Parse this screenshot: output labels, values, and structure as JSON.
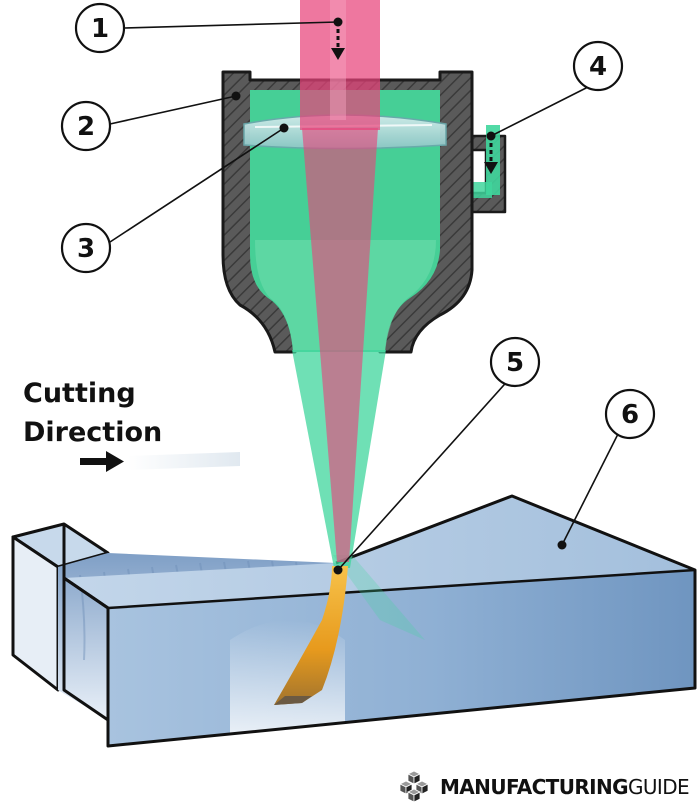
{
  "diagram": {
    "callouts": [
      {
        "id": "1",
        "label": "1"
      },
      {
        "id": "2",
        "label": "2"
      },
      {
        "id": "3",
        "label": "3"
      },
      {
        "id": "4",
        "label": "4"
      },
      {
        "id": "5",
        "label": "5"
      },
      {
        "id": "6",
        "label": "6"
      }
    ],
    "direction_label": {
      "line1": "Cutting",
      "line2": "Direction"
    }
  },
  "logo": {
    "bold_text": "MANUFACTURING",
    "light_text": "GUIDE"
  },
  "colors": {
    "laser": "#e8437a",
    "assist_gas": "#3fd69c",
    "nozzle_body": "#505050",
    "lens": "#9ed3d0",
    "workpiece_top": "#a9c3dc",
    "workpiece_front": "#7b9fc6",
    "molten_spark": "#f0a624"
  }
}
